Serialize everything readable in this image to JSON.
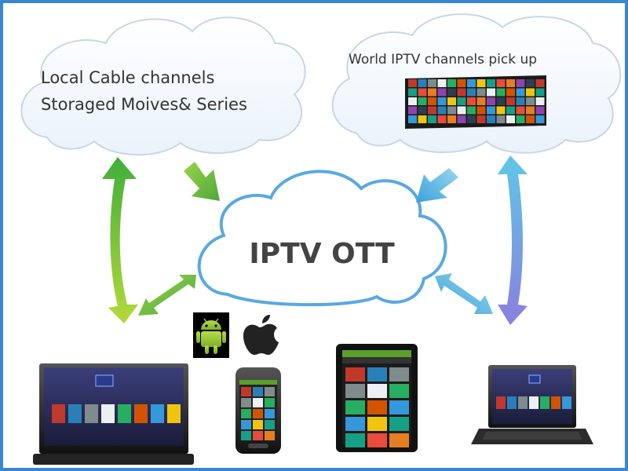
{
  "clouds": {
    "local": {
      "line1": "Local Cable channels",
      "line2": "Storaged Moives& Series"
    },
    "world": {
      "title": "World IPTV channels pick up"
    },
    "center": {
      "title": "IPTV OTT"
    }
  },
  "icons": {
    "os1": "android-icon",
    "os2": "apple-icon"
  },
  "devices": {
    "tv": "smart-tv",
    "phone": "smartphone",
    "tablet": "tablet",
    "laptop": "laptop"
  },
  "colors": {
    "frame": "#3a86d1",
    "green_arrow": "#7dc23a",
    "blue_arrow": "#5aaedf",
    "android": "#9bc43a",
    "center_text": "#444444"
  }
}
